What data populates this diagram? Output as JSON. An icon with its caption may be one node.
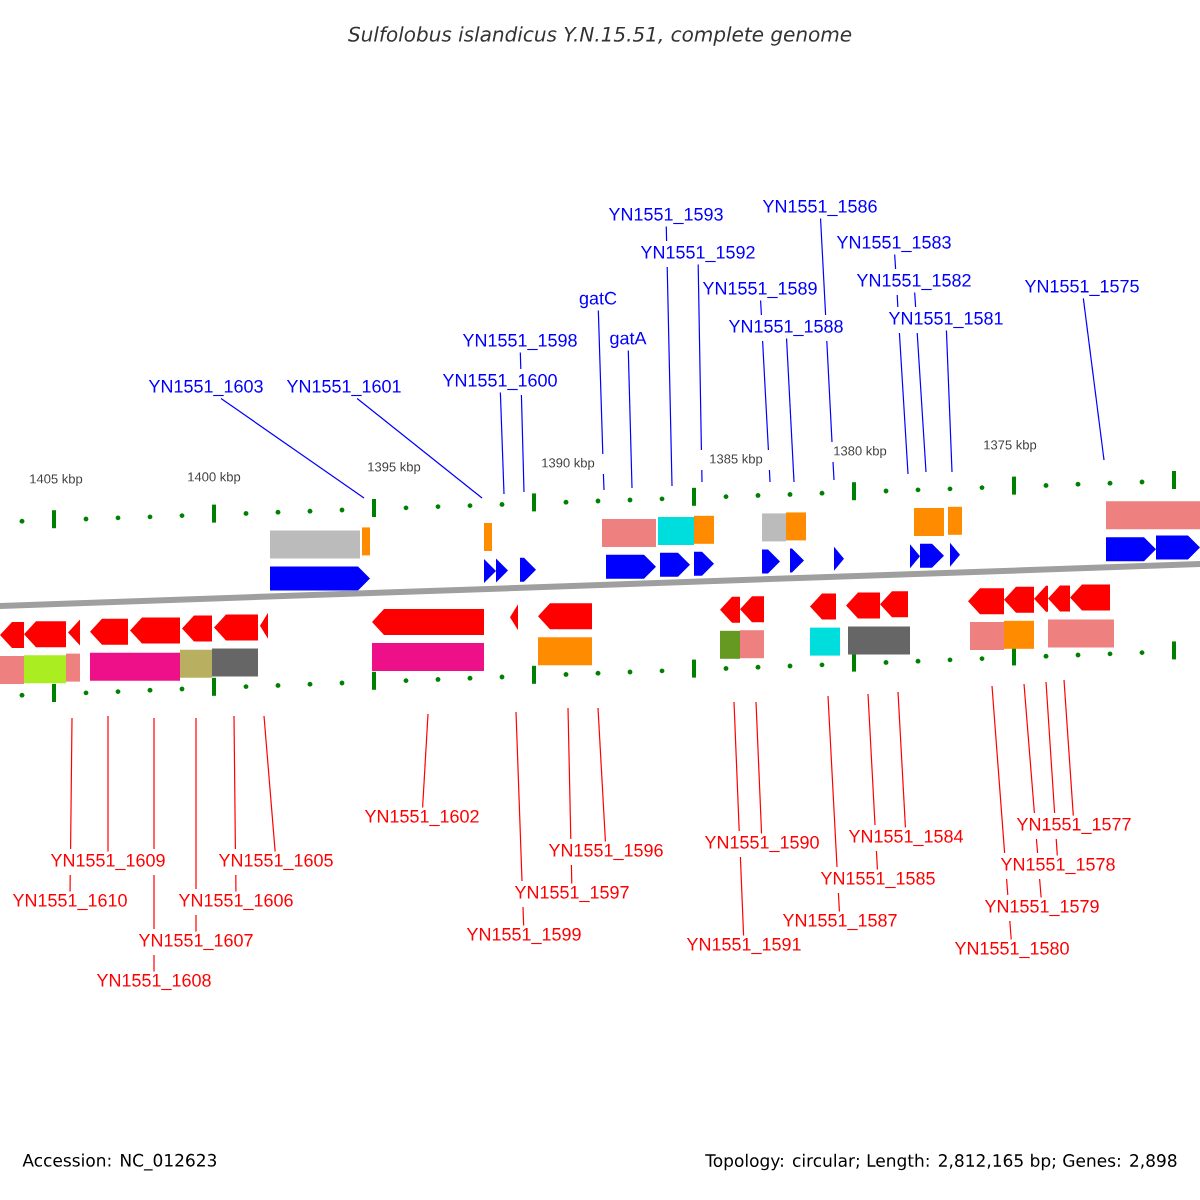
{
  "diagram": {
    "title": "Sulfolobus islandicus Y.N.15.51, complete genome",
    "nodes": [
      {
        "text": [
          "YN1551_1603"
        ]
      },
      {
        "text": [
          "YN1551_1601"
        ]
      },
      {
        "text": [
          "YN1551_1600"
        ]
      },
      {
        "text": [
          "YN1551_1598"
        ]
      },
      {
        "text": [
          "gatC"
        ]
      },
      {
        "text": [
          "gatA"
        ]
      },
      {
        "text": [
          "YN1551_1593"
        ]
      },
      {
        "text": [
          "YN1551_1592"
        ]
      },
      {
        "text": [
          "YN1551_1589"
        ]
      },
      {
        "text": [
          "YN1551_1588"
        ]
      },
      {
        "text": [
          "YN1551_1586"
        ]
      },
      {
        "text": [
          "YN1551_1583"
        ]
      },
      {
        "text": [
          "YN1551_1582"
        ]
      },
      {
        "text": [
          "YN1551_1581"
        ]
      },
      {
        "text": [
          "YN1551_1575"
        ]
      },
      {
        "text": [
          "YN1551_1610"
        ]
      },
      {
        "text": [
          "YN1551_1609"
        ]
      },
      {
        "text": [
          "YN1551_1608"
        ]
      },
      {
        "text": [
          "YN1551_1607"
        ]
      },
      {
        "text": [
          "YN1551_1606"
        ]
      },
      {
        "text": [
          "YN1551_1605"
        ]
      },
      {
        "text": [
          "YN1551_1602"
        ]
      },
      {
        "text": [
          "YN1551_1599"
        ]
      },
      {
        "text": [
          "YN1551_1597"
        ]
      },
      {
        "text": [
          "YN1551_1596"
        ]
      },
      {
        "text": [
          "YN1551_1591"
        ]
      },
      {
        "text": [
          "YN1551_1590"
        ]
      },
      {
        "text": [
          "YN1551_1587"
        ]
      },
      {
        "text": [
          "YN1551_1585"
        ]
      },
      {
        "text": [
          "YN1551_1584"
        ]
      },
      {
        "text": [
          "YN1551_1580"
        ]
      },
      {
        "text": [
          "YN1551_1579"
        ]
      },
      {
        "text": [
          "YN1551_1578"
        ]
      },
      {
        "text": [
          "YN1551_1577"
        ]
      }
    ],
    "edges": [
      {
        "from": 0,
        "to": null,
        "arrow": "none",
        "color": "#0000ff"
      },
      {
        "from": 1,
        "to": null,
        "arrow": "none",
        "color": "#0000ff"
      },
      {
        "from": 2,
        "to": null,
        "arrow": "none",
        "color": "#0000ff"
      },
      {
        "from": 3,
        "to": null,
        "arrow": "none",
        "color": "#0000ff"
      },
      {
        "from": 4,
        "to": null,
        "arrow": "none",
        "color": "#0000ff"
      },
      {
        "from": 5,
        "to": null,
        "arrow": "none",
        "color": "#0000ff"
      },
      {
        "from": 6,
        "to": null,
        "arrow": "none",
        "color": "#0000ff"
      },
      {
        "from": 7,
        "to": null,
        "arrow": "none",
        "color": "#0000ff"
      },
      {
        "from": 8,
        "to": null,
        "arrow": "none",
        "color": "#0000ff"
      },
      {
        "from": 9,
        "to": null,
        "arrow": "none",
        "color": "#0000ff"
      },
      {
        "from": 10,
        "to": null,
        "arrow": "none",
        "color": "#0000ff"
      },
      {
        "from": 11,
        "to": null,
        "arrow": "none",
        "color": "#0000ff"
      },
      {
        "from": 12,
        "to": null,
        "arrow": "none",
        "color": "#0000ff"
      },
      {
        "from": 13,
        "to": null,
        "arrow": "none",
        "color": "#0000ff"
      },
      {
        "from": 14,
        "to": null,
        "arrow": "none",
        "color": "#0000ff"
      },
      {
        "from": 15,
        "to": null,
        "arrow": "none"
      },
      {
        "from": 16,
        "to": null,
        "arrow": "none"
      },
      {
        "from": 17,
        "to": null,
        "arrow": "none"
      },
      {
        "from": 18,
        "to": null,
        "arrow": "none"
      },
      {
        "from": 19,
        "to": null,
        "arrow": "none"
      },
      {
        "from": 20,
        "to": null,
        "arrow": "none"
      },
      {
        "from": 21,
        "to": null,
        "arrow": "none"
      },
      {
        "from": 22,
        "to": null,
        "arrow": "none"
      },
      {
        "from": 23,
        "to": null,
        "arrow": "none"
      },
      {
        "from": 24,
        "to": null,
        "arrow": "none"
      },
      {
        "from": 25,
        "to": null,
        "arrow": "none"
      },
      {
        "from": 26,
        "to": null,
        "arrow": "none"
      },
      {
        "from": 27,
        "to": null,
        "arrow": "none"
      },
      {
        "from": 28,
        "to": null,
        "arrow": "none"
      },
      {
        "from": 29,
        "to": null,
        "arrow": "none"
      },
      {
        "from": 30,
        "to": null,
        "arrow": "none"
      },
      {
        "from": 31,
        "to": null,
        "arrow": "none"
      },
      {
        "from": 32,
        "to": null,
        "arrow": "none"
      },
      {
        "from": 33,
        "to": null,
        "arrow": "none"
      }
    ],
    "labels": [
      "1405 kbp",
      "1400 kbp",
      "1395 kbp",
      "1390 kbp",
      "1385 kbp",
      "1380 kbp",
      "1375 kbp",
      "Accession: NC_012623",
      "Topology: circular; Length: 2,812,165 bp; Genes: 2,898"
    ]
  }
}
